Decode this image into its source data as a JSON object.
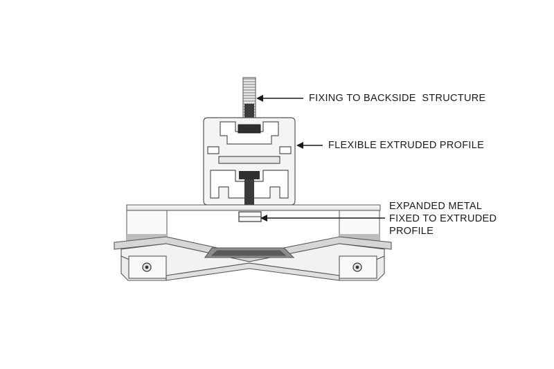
{
  "callouts": [
    {
      "id": "fixing",
      "text": "FIXING TO BACKSIDE  STRUCTURE"
    },
    {
      "id": "profile",
      "text": "FLEXIBLE EXTRUDED PROFILE"
    },
    {
      "id": "expanded",
      "lines": [
        "EXPANDED METAL",
        "FIXED TO EXTRUDED",
        "PROFILE"
      ]
    }
  ],
  "colors": {
    "stroke": "#444444",
    "fill_light": "#f3f3f3",
    "fill_mid": "#cfcfcf",
    "fill_dark": "#3a3a3a",
    "label": "#1a1a1a"
  }
}
